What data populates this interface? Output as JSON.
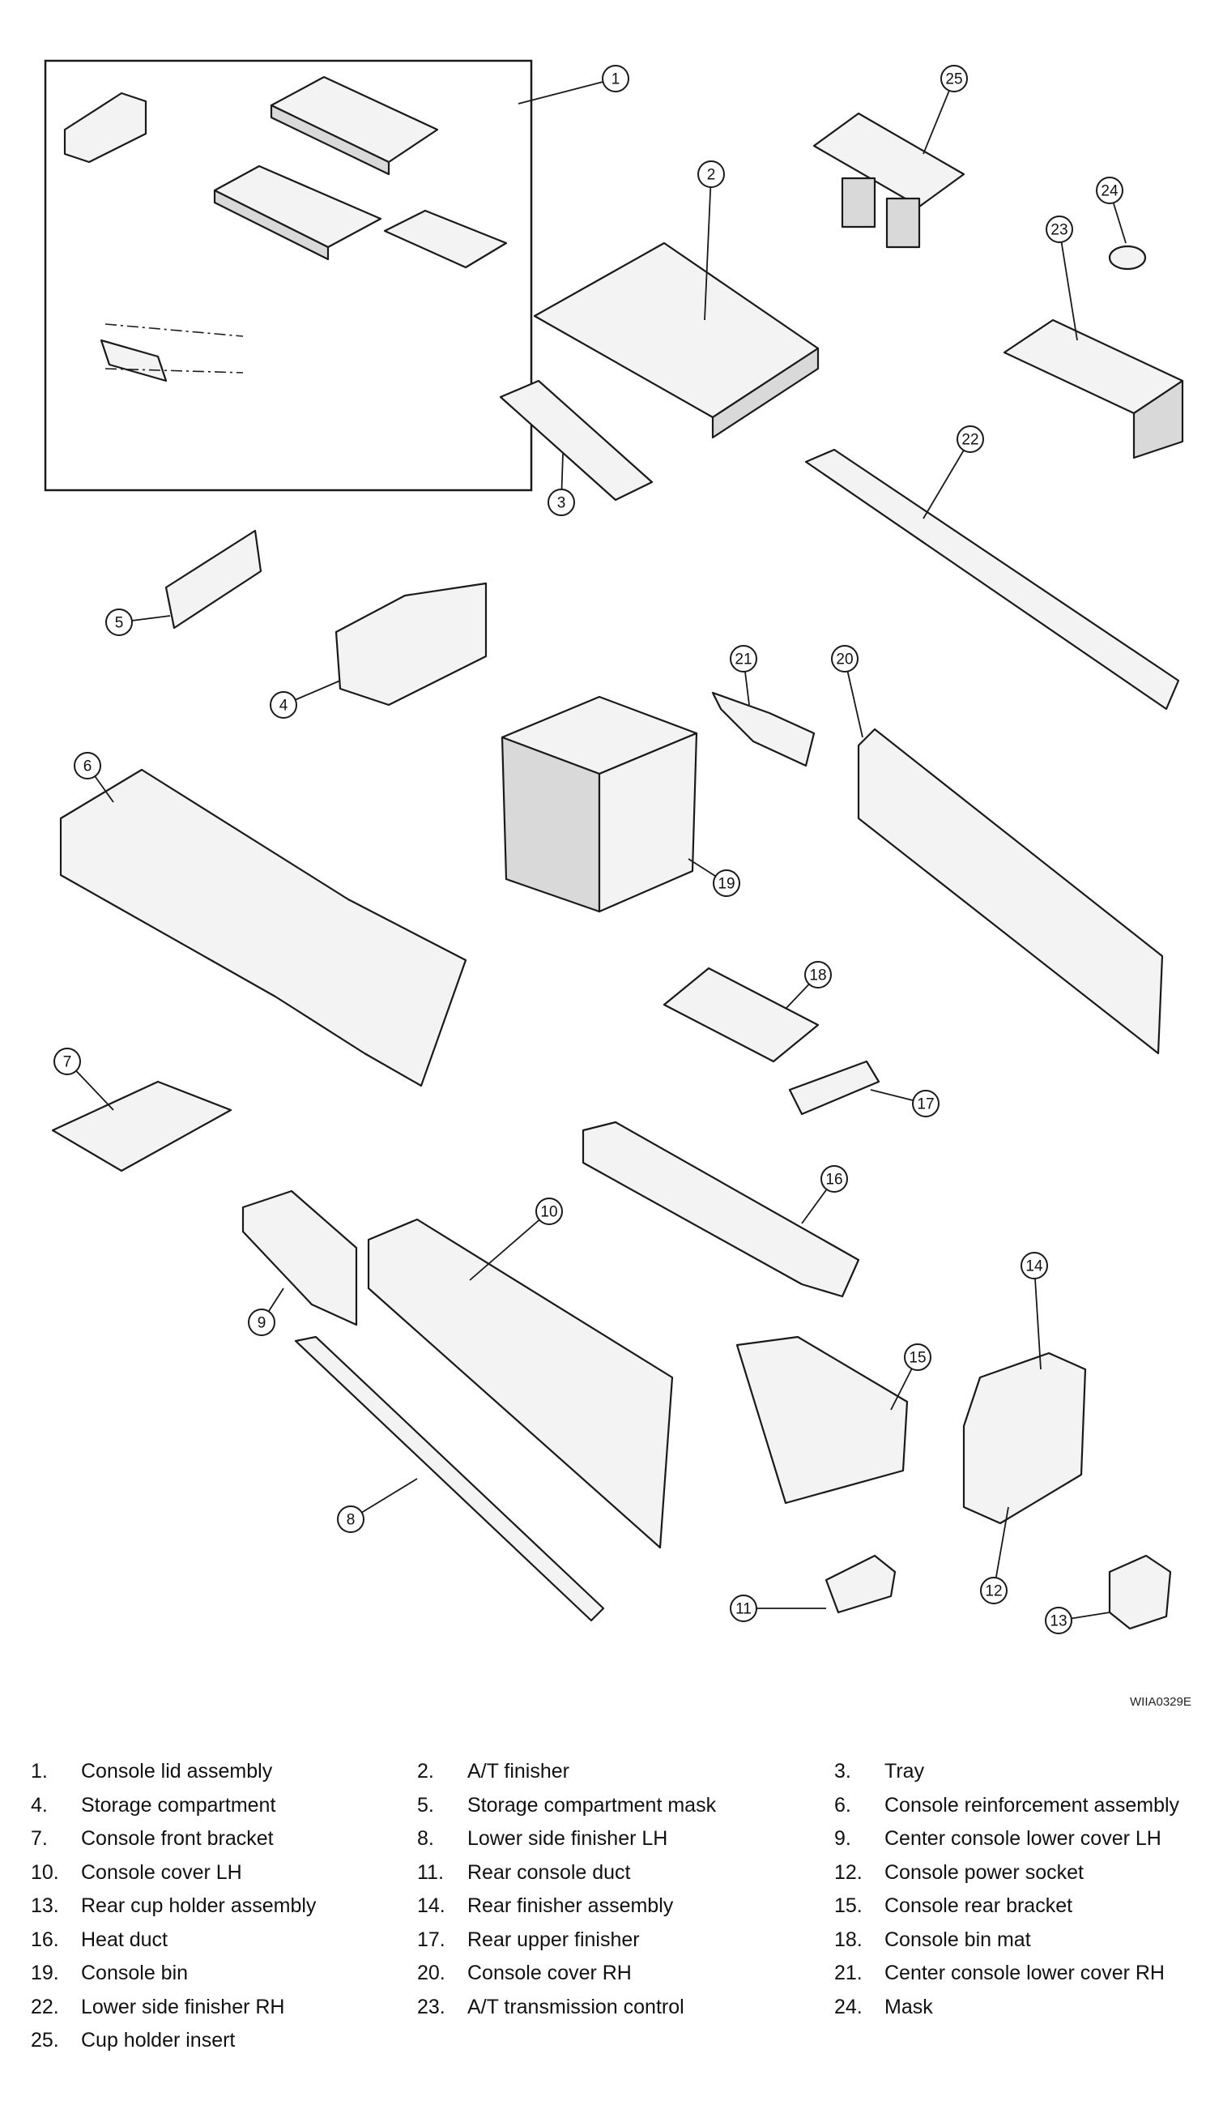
{
  "diagram": {
    "figure_code": "WIIA0329E",
    "callouts": [
      "1",
      "2",
      "3",
      "4",
      "5",
      "6",
      "7",
      "8",
      "9",
      "10",
      "11",
      "12",
      "13",
      "14",
      "15",
      "16",
      "17",
      "18",
      "19",
      "20",
      "21",
      "22",
      "23",
      "24",
      "25"
    ]
  },
  "legend": {
    "items": [
      {
        "num": "1.",
        "label": "Console lid assembly"
      },
      {
        "num": "2.",
        "label": "A/T finisher"
      },
      {
        "num": "3.",
        "label": "Tray"
      },
      {
        "num": "4.",
        "label": "Storage compartment"
      },
      {
        "num": "5.",
        "label": "Storage compartment mask"
      },
      {
        "num": "6.",
        "label": "Console reinforcement assembly"
      },
      {
        "num": "7.",
        "label": "Console front bracket"
      },
      {
        "num": "8.",
        "label": "Lower side finisher LH"
      },
      {
        "num": "9.",
        "label": "Center console lower cover LH"
      },
      {
        "num": "10.",
        "label": "Console cover LH"
      },
      {
        "num": "11.",
        "label": "Rear console duct"
      },
      {
        "num": "12.",
        "label": "Console power socket"
      },
      {
        "num": "13.",
        "label": "Rear cup holder assembly"
      },
      {
        "num": "14.",
        "label": "Rear finisher assembly"
      },
      {
        "num": "15.",
        "label": "Console rear bracket"
      },
      {
        "num": "16.",
        "label": "Heat duct"
      },
      {
        "num": "17.",
        "label": "Rear upper finisher"
      },
      {
        "num": "18.",
        "label": "Console bin mat"
      },
      {
        "num": "19.",
        "label": "Console bin"
      },
      {
        "num": "20.",
        "label": "Console cover RH"
      },
      {
        "num": "21.",
        "label": "Center console lower cover RH"
      },
      {
        "num": "22.",
        "label": "Lower side finisher RH"
      },
      {
        "num": "23.",
        "label": "A/T transmission control"
      },
      {
        "num": "24.",
        "label": "Mask"
      },
      {
        "num": "25.",
        "label": "Cup holder insert"
      }
    ]
  }
}
